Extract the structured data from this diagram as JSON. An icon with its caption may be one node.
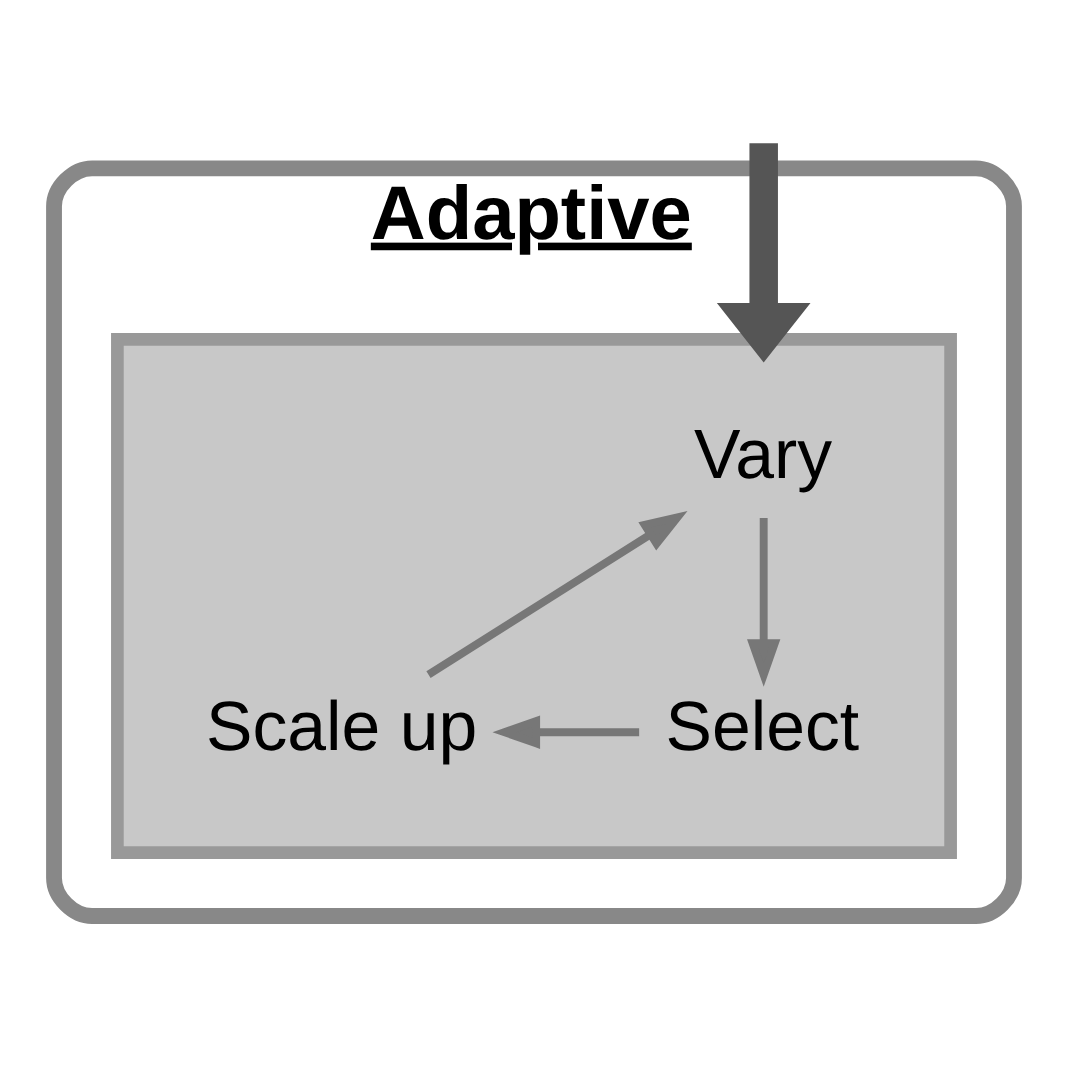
{
  "diagram": {
    "nodes": [
      {
        "text": [
          "Adaptive"
        ]
      },
      {
        "text": [],
        "shape": "box",
        "in": 0
      },
      {
        "text": [
          "Vary"
        ],
        "in": 1
      },
      {
        "text": [
          "Select"
        ],
        "in": 1
      },
      {
        "text": [
          "Scale up"
        ],
        "in": 1
      }
    ],
    "edges": [
      {
        "from": null,
        "to": 1,
        "arrow": "to",
        "style": "thick",
        "color": "#555555"
      },
      {
        "from": 2,
        "to": 3,
        "arrow": "to"
      },
      {
        "from": 3,
        "to": 4,
        "arrow": "to"
      },
      {
        "from": 4,
        "to": 2,
        "arrow": "to"
      }
    ]
  }
}
